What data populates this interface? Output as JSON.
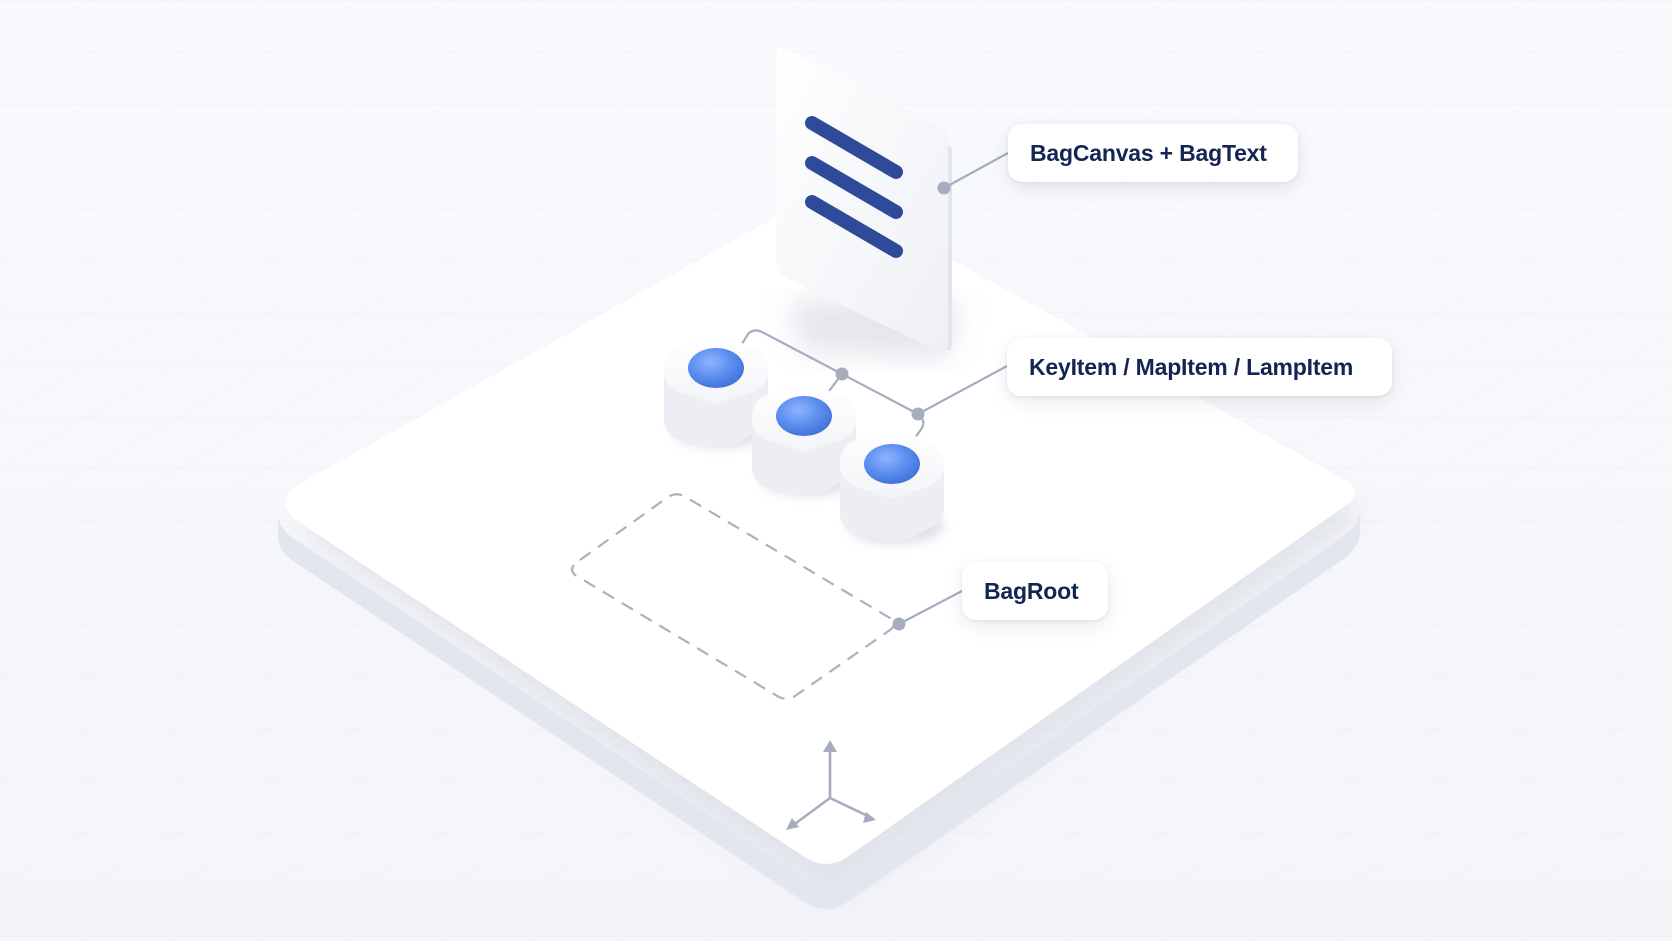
{
  "labels": {
    "canvas": "BagCanvas + BagText",
    "items": "KeyItem / MapItem / LampItem",
    "root": "BagRoot"
  },
  "colors": {
    "background": "#f6f7fb",
    "platform": "#ffffff",
    "platform_side": "#e4e6ef",
    "label_text": "#142553",
    "document_lines": "#2f4a98",
    "sphere": "#5b8dee",
    "connector": "#a5adbf",
    "dashed_outline": "#aab1c2"
  },
  "icons": {
    "document": "document-lines-icon",
    "item": "sphere-block-icon",
    "axis": "xyz-axis-gizmo-icon"
  }
}
